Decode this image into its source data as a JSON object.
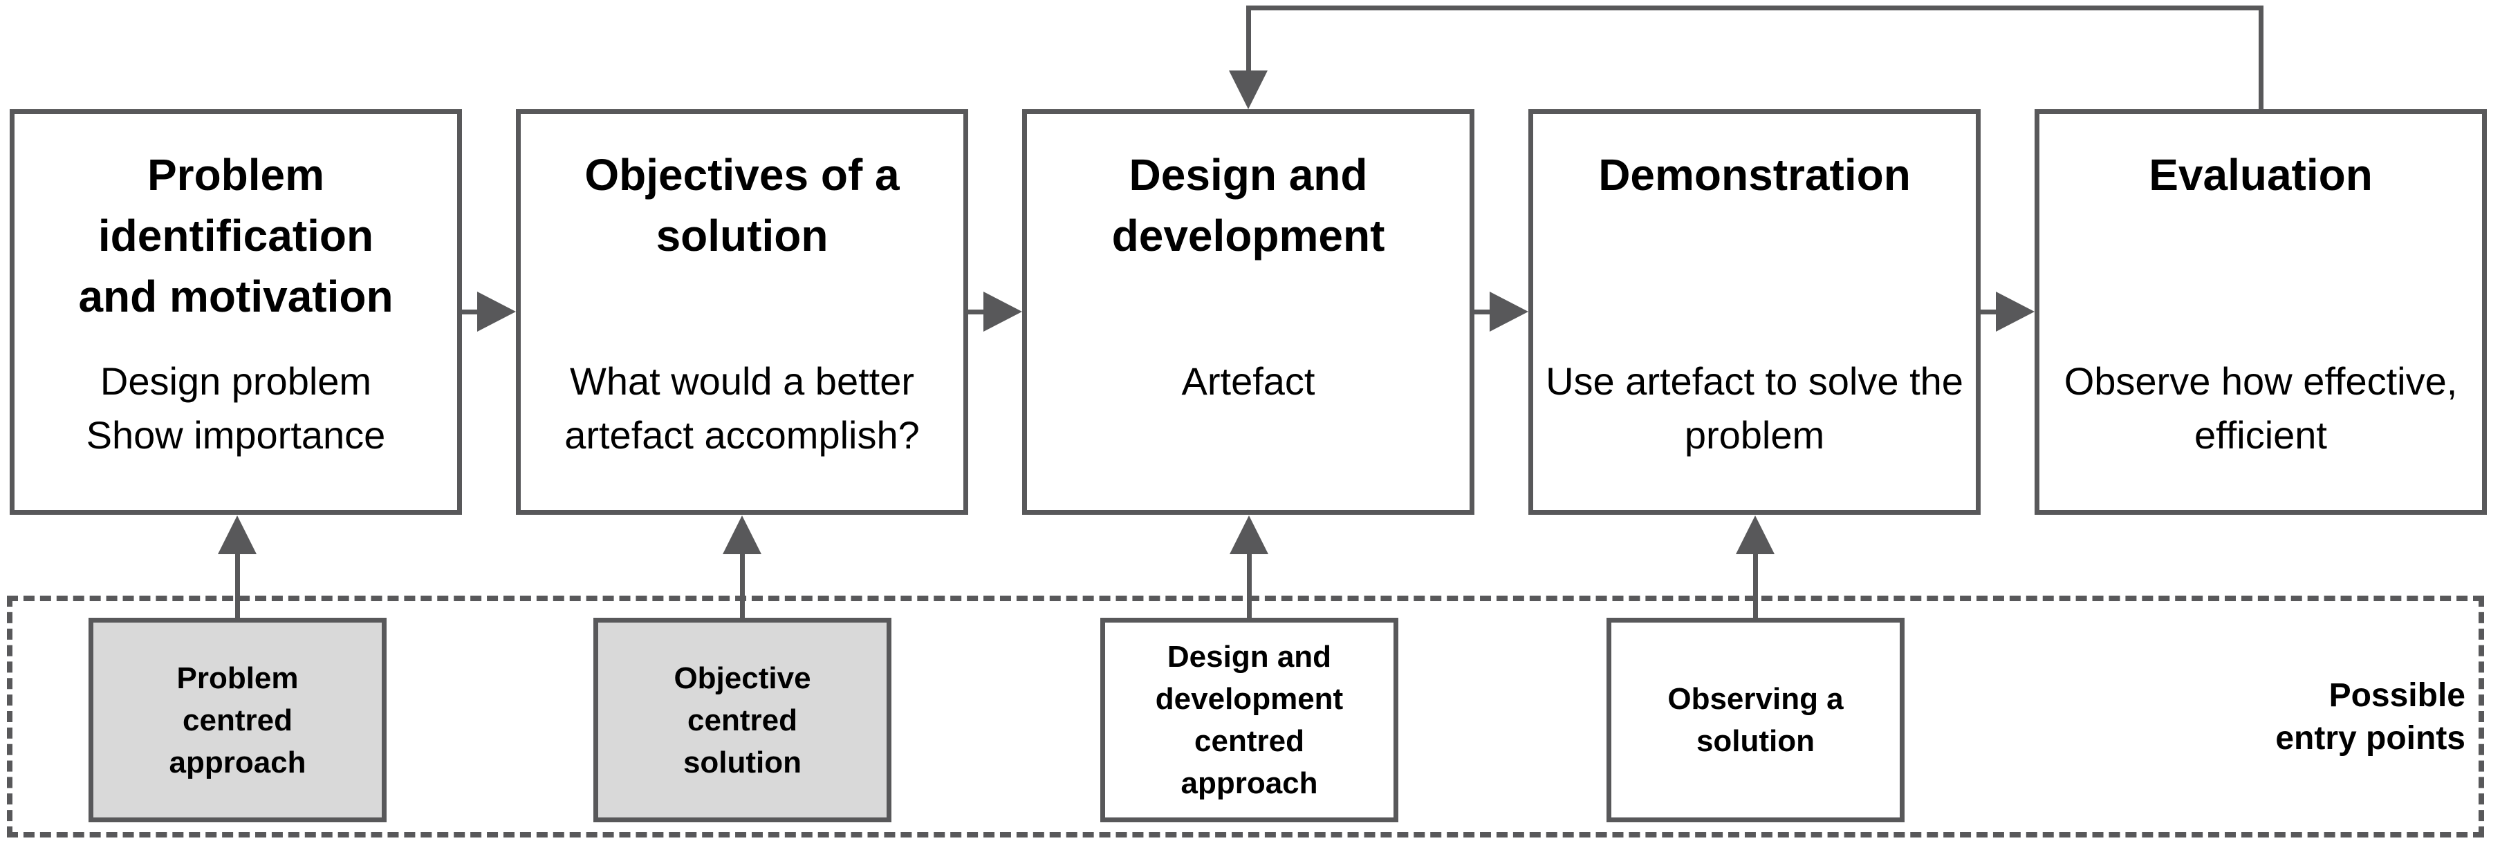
{
  "diagram": {
    "stages": [
      {
        "title": "Problem\nidentification\nand motivation",
        "description": "Design problem\nShow importance"
      },
      {
        "title": "Objectives of a\nsolution",
        "description": "What would a better\nartefact accomplish?"
      },
      {
        "title": "Design and\ndevelopment",
        "description": "Artefact"
      },
      {
        "title": "Demonstration",
        "description": "Use artefact to solve the\nproblem"
      },
      {
        "title": "Evaluation",
        "description": "Observe how effective,\nefficient"
      }
    ],
    "entry_points": [
      {
        "label": "Problem\ncentred\napproach",
        "filled": true
      },
      {
        "label": "Objective\ncentred\nsolution",
        "filled": true
      },
      {
        "label": "Design and\ndevelopment\ncentred\napproach",
        "filled": false
      },
      {
        "label": "Observing a\nsolution",
        "filled": false
      }
    ],
    "entry_zone_label": "Possible\nentry points",
    "colors": {
      "line": "#58585a",
      "entry_fill": "#d9d9d9",
      "text": "#000000",
      "background": "#ffffff"
    }
  }
}
